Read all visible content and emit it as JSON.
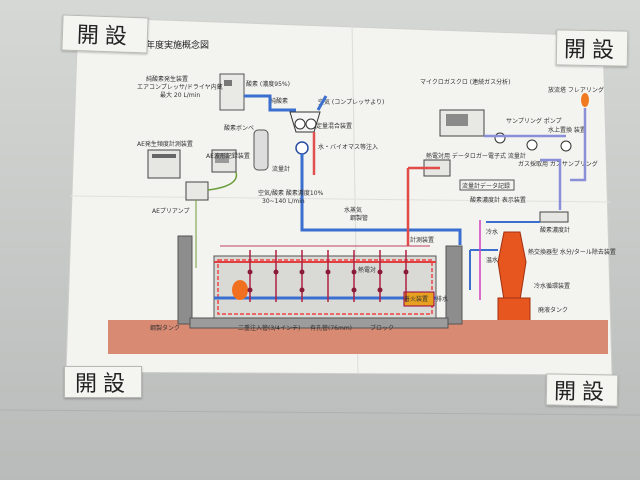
{
  "tape_label": "開設",
  "diagram": {
    "title": "年度実施概念図",
    "labels": {
      "generator": "純酸素発生装置",
      "compressor": "エアコンプレッサ/ドライヤ内蔵",
      "flow_max": "最大 20 L/min",
      "oxygen": "酸素 (濃度95%)",
      "pure_oxygen": "純酸素",
      "air": "空気 (コンプレッサより)",
      "oxygen_cylinder": "酸素ボンベ",
      "mixer": "定量混合装置",
      "flowmeter": "流量計",
      "water_biomass": "水・バイオマス等注入",
      "ae_logger": "AE発生頻度計測装置",
      "ae_waveform": "AE波形記録装置",
      "gas_conc": "空気/酸素 酸素濃度10%",
      "gas_flow": "30~140 L/min",
      "ae_preamp": "AEプリアンプ",
      "vapor": "水蒸気",
      "steel_tube": "鋼製管",
      "micro_gc": "マイクロガスクロ (連続ガス分析)",
      "thermo_logger": "熱電対用 データロガー",
      "flow_logger": "流量計データ記録",
      "conc_display": "酸素濃度計 表示装置",
      "sampling_pump": "サンプリング ポンプ",
      "electronic_flowmeter": "電子式 流量計",
      "water_trap": "水上置換 装置",
      "gas_sampling": "ガス採取用 ガスサンプリング",
      "flare": "放流塔 フレアリング",
      "conc_meter": "酸素濃度計",
      "cooling": "冷水",
      "hot_water": "温水",
      "heat_exchanger": "熱交換器型 水分/タール除去装置",
      "cooling_unit": "冷水循環装置",
      "coal_tank": "廃液タンク",
      "steel_tank": "鋼製タンク",
      "injection_pipe": "二重注入管(3/4インチ)",
      "perforated_pipe": "有孔管(76mm)",
      "block": "ブロック",
      "thermocouple": "熱電対",
      "igniter": "着火装置",
      "gauge": "計測装置",
      "drain": "排水"
    }
  }
}
